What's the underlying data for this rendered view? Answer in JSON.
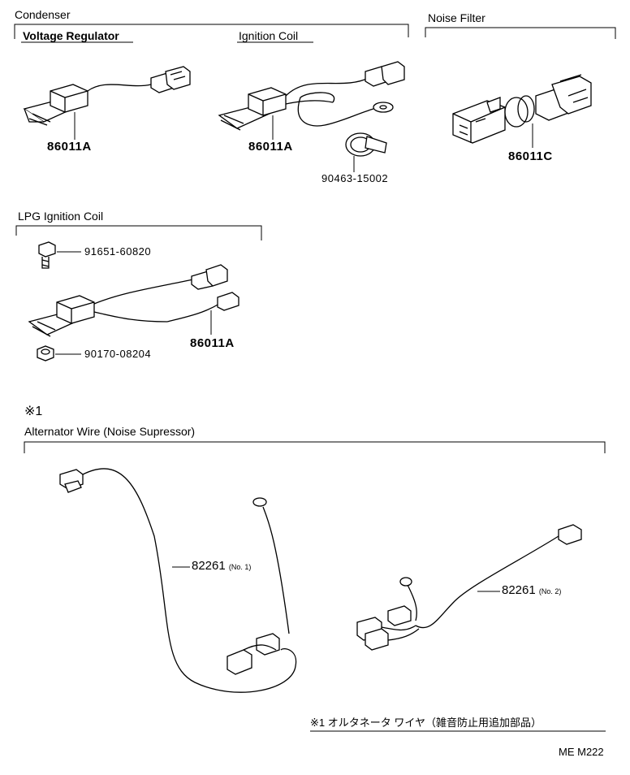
{
  "headers": {
    "condenser": "Condenser",
    "voltage_regulator": "Voltage Regulator",
    "ignition_coil": "Ignition Coil",
    "noise_filter": "Noise Filter",
    "lpg_ignition_coil": "LPG Ignition Coil",
    "note_ref": "※1",
    "alternator_wire": "Alternator Wire (Noise Supressor)"
  },
  "parts": {
    "vr_condenser": "86011A",
    "ic_condenser": "86011A",
    "ic_clamp": "90463-15002",
    "noise_filter": "86011C",
    "lpg_bolt": "91651-60820",
    "lpg_nut": "90170-08204",
    "lpg_condenser": "86011A",
    "alt_wire_1": "82261",
    "alt_wire_1_sub": "(No. 1)",
    "alt_wire_2": "82261",
    "alt_wire_2_sub": "(No. 2)"
  },
  "footnote": "※1 オルタネータ ワイヤ（雑音防止用追加部品）",
  "page_code": "ME M222"
}
